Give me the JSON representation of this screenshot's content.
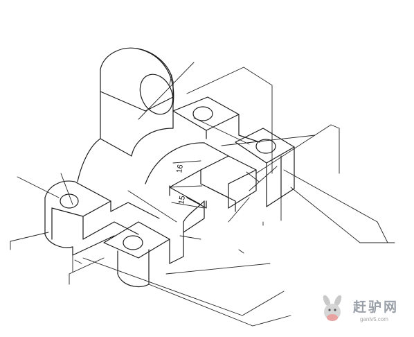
{
  "drawing": {
    "dimension_labels": [
      "16",
      "15"
    ]
  },
  "watermark": {
    "title": "赶驴网",
    "url": "ganlv5.com",
    "icon": "donkey-logo-icon"
  }
}
